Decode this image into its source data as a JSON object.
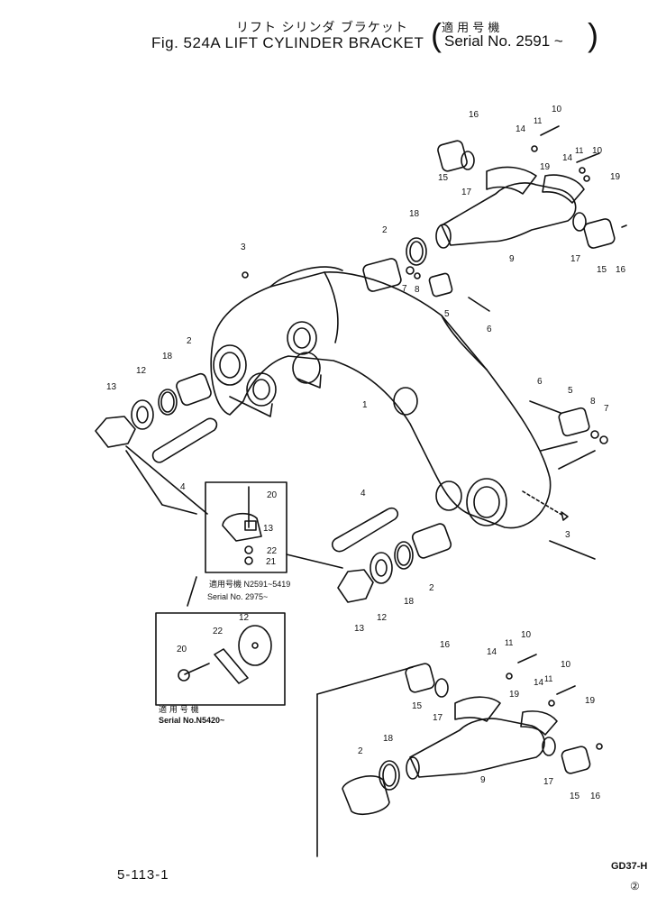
{
  "title": {
    "japanese": "リフト シリンダ ブラケット",
    "english": "Fig. 524A  LIFT CYLINDER BRACKET",
    "serial_japanese": "適 用 号 機",
    "serial_english": "Serial No. 2591 ~"
  },
  "insets": {
    "upper_line1": "適用号機   N2591~5419",
    "upper_line2": "Serial No. 2975~",
    "lower_line1": "適 用 号 機",
    "lower_line2": "Serial  No.N5420~"
  },
  "footer": {
    "page": "5-113-1",
    "model": "GD37-H",
    "revision": "②"
  },
  "callouts": [
    {
      "id": "c1",
      "label": "1"
    },
    {
      "id": "c2a",
      "label": "2"
    },
    {
      "id": "c2b",
      "label": "2"
    },
    {
      "id": "c2c",
      "label": "2"
    },
    {
      "id": "c2d",
      "label": "2"
    },
    {
      "id": "c3a",
      "label": "3"
    },
    {
      "id": "c3b",
      "label": "3"
    },
    {
      "id": "c4a",
      "label": "4"
    },
    {
      "id": "c4b",
      "label": "4"
    },
    {
      "id": "c5a",
      "label": "5"
    },
    {
      "id": "c5b",
      "label": "5"
    },
    {
      "id": "c6a",
      "label": "6"
    },
    {
      "id": "c6b",
      "label": "6"
    },
    {
      "id": "c7a",
      "label": "7"
    },
    {
      "id": "c7b",
      "label": "7"
    },
    {
      "id": "c8a",
      "label": "8"
    },
    {
      "id": "c8b",
      "label": "8"
    },
    {
      "id": "c9a",
      "label": "9"
    },
    {
      "id": "c9b",
      "label": "9"
    },
    {
      "id": "c10a",
      "label": "10"
    },
    {
      "id": "c10b",
      "label": "10"
    },
    {
      "id": "c10c",
      "label": "10"
    },
    {
      "id": "c10d",
      "label": "10"
    },
    {
      "id": "c11a",
      "label": "11"
    },
    {
      "id": "c11b",
      "label": "11"
    },
    {
      "id": "c11c",
      "label": "11"
    },
    {
      "id": "c11d",
      "label": "11"
    },
    {
      "id": "c12a",
      "label": "12"
    },
    {
      "id": "c12b",
      "label": "12"
    },
    {
      "id": "c12c",
      "label": "12"
    },
    {
      "id": "c13a",
      "label": "13"
    },
    {
      "id": "c13b",
      "label": "13"
    },
    {
      "id": "c13c",
      "label": "13"
    },
    {
      "id": "c14a",
      "label": "14"
    },
    {
      "id": "c14b",
      "label": "14"
    },
    {
      "id": "c14c",
      "label": "14"
    },
    {
      "id": "c14d",
      "label": "14"
    },
    {
      "id": "c15a",
      "label": "15"
    },
    {
      "id": "c15b",
      "label": "15"
    },
    {
      "id": "c15c",
      "label": "15"
    },
    {
      "id": "c15d",
      "label": "15"
    },
    {
      "id": "c16a",
      "label": "16"
    },
    {
      "id": "c16b",
      "label": "16"
    },
    {
      "id": "c16c",
      "label": "16"
    },
    {
      "id": "c16d",
      "label": "16"
    },
    {
      "id": "c17a",
      "label": "17"
    },
    {
      "id": "c17b",
      "label": "17"
    },
    {
      "id": "c17c",
      "label": "17"
    },
    {
      "id": "c17d",
      "label": "17"
    },
    {
      "id": "c18a",
      "label": "18"
    },
    {
      "id": "c18b",
      "label": "18"
    },
    {
      "id": "c18c",
      "label": "18"
    },
    {
      "id": "c18d",
      "label": "18"
    },
    {
      "id": "c19a",
      "label": "19"
    },
    {
      "id": "c19b",
      "label": "19"
    },
    {
      "id": "c19c",
      "label": "19"
    },
    {
      "id": "c19d",
      "label": "19"
    },
    {
      "id": "c20a",
      "label": "20"
    },
    {
      "id": "c20b",
      "label": "20"
    },
    {
      "id": "c21",
      "label": "21"
    },
    {
      "id": "c22a",
      "label": "22"
    },
    {
      "id": "c22b",
      "label": "22"
    }
  ]
}
